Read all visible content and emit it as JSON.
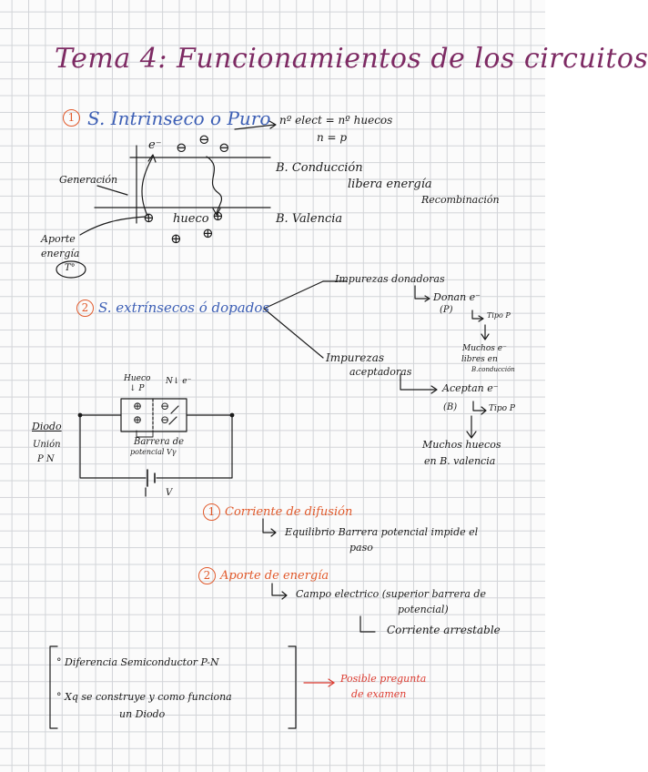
{
  "title": "Tema 4: Funcionamientos de los circuitos",
  "section1": {
    "number": "1",
    "heading": "S. Intrinseco o Puro",
    "equation1": "nº elect = nº huecos",
    "equation2": "n = p",
    "band_conduction": "B. Conducción",
    "releases_energy": "libera energía",
    "recombination": "Recombinación",
    "band_valence": "B. Valencia",
    "generation": "Generación",
    "energy_input_line1": "Aporte",
    "energy_input_line2": "energía",
    "temperature": "T°",
    "electron_label": "e⁻",
    "hole_label": "hueco",
    "electron_symbol": "⊖",
    "hole_symbol": "⊕"
  },
  "section2": {
    "number": "2",
    "heading": "S. extrínsecos ó dopados",
    "donor": {
      "title": "Impurezas donadoras",
      "donate": "Donan e⁻",
      "element": "(P)",
      "type": "Tipo P",
      "result_line1": "Muchos e⁻",
      "result_line2": "libres en",
      "result_line3": "B.conducción"
    },
    "acceptor": {
      "title_line1": "Impurezas",
      "title_line2": "aceptadoras",
      "accept": "Aceptan e⁻",
      "element": "(B)",
      "type": "Tipo P",
      "result_line1": "Muchos huecos",
      "result_line2": "en B. valencia"
    }
  },
  "diode": {
    "label_line1": "Diodo",
    "label_line2": "Unión",
    "label_line3": "P N",
    "hole_label": "Hueco",
    "p_label": "↓ P",
    "n_label": "N↓ e⁻",
    "barrier_line1": "Barrera de",
    "barrier_line2": "potencial Vγ",
    "voltage": "V"
  },
  "points": [
    {
      "number": "1",
      "title": "Corriente de difusión",
      "detail_line1": "Equilibrio Barrera potencial impide el",
      "detail_line2": "paso"
    },
    {
      "number": "2",
      "title": "Aporte de energía",
      "detail_line1": "Campo electrico (superior barrera de",
      "detail_line2": "potencial)",
      "detail_line3": "Corriente arrestable"
    }
  ],
  "exam": {
    "item1": "Diferencia Semiconductor P-N",
    "item2_line1": "Xq se construye y como funciona",
    "item2_line2": "un Diodo",
    "note_line1": "Posible pregunta",
    "note_line2": "de examen"
  },
  "colors": {
    "title": "#7d2a63",
    "blue": "#3d5fb5",
    "orange": "#e15a2c",
    "red": "#dc3b30",
    "ink": "#1b1b1b",
    "grid": "#d2d4d8"
  }
}
